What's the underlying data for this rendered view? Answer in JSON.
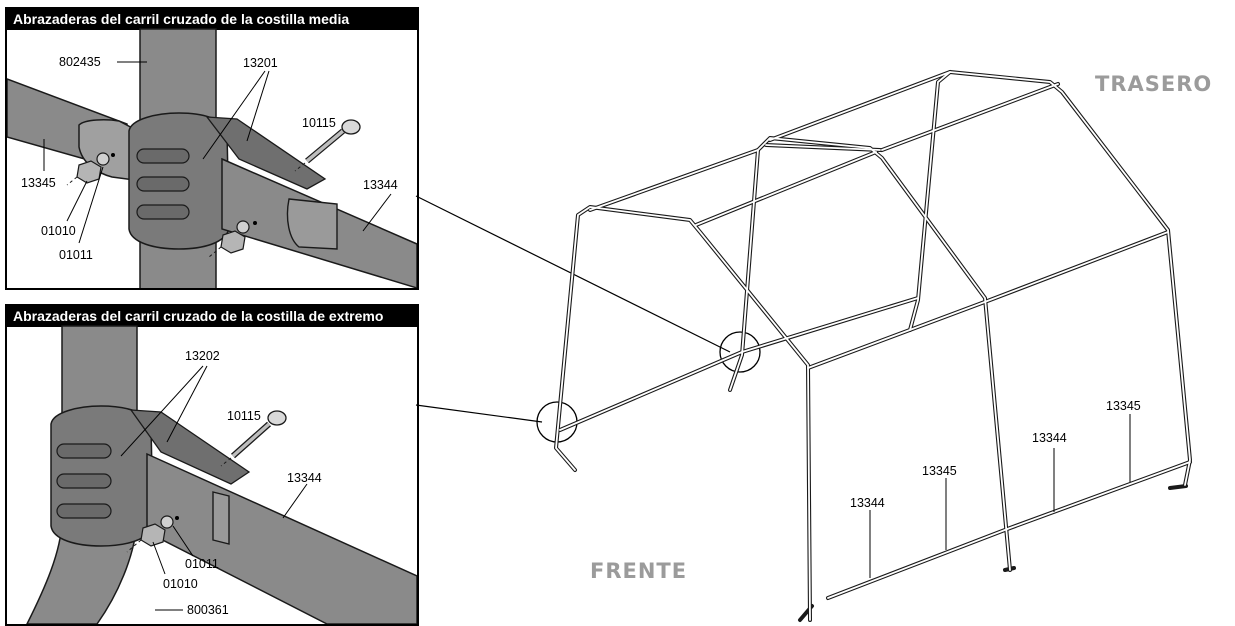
{
  "panels": {
    "mid": {
      "title": "Abrazaderas del carril cruzado de la costilla media",
      "labels": {
        "pipe_top": "802435",
        "clamp": "13201",
        "bolt": "10115",
        "rail_left": "13345",
        "rail_right": "13344",
        "nut": "01010",
        "washer": "01011"
      }
    },
    "end": {
      "title": "Abrazaderas del carril cruzado de la costilla de extremo",
      "labels": {
        "clamp": "13202",
        "bolt": "10115",
        "rail_right": "13344",
        "washer": "01011",
        "nut": "01010",
        "pipe_bottom": "800361"
      }
    }
  },
  "frame": {
    "rear_label": "TRASERO",
    "front_label": "FRENTE",
    "rail_labels": [
      "13344",
      "13345",
      "13344",
      "13345"
    ]
  },
  "colors": {
    "pipe": "#8a8a8a",
    "pipe_dark": "#5e5e5e",
    "pipe_light": "#a8a8a8",
    "outline": "#1a1a1a",
    "accent_text": "#9b9b9b"
  }
}
